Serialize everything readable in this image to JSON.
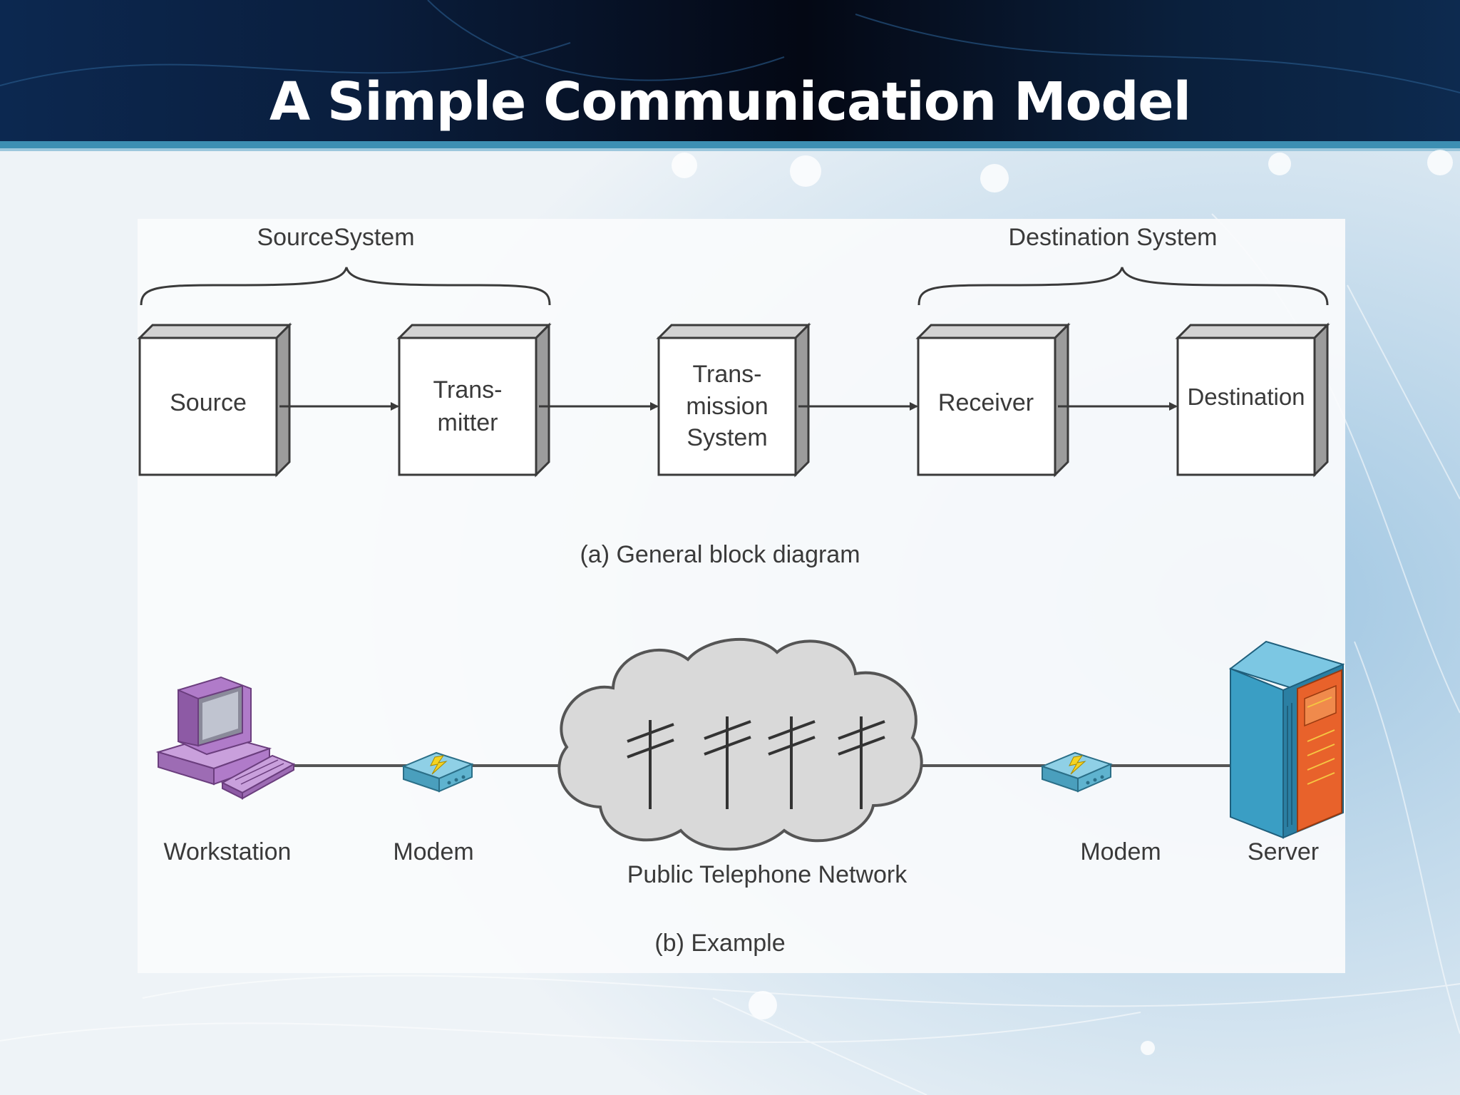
{
  "slide": {
    "title": "A Simple Communication Model"
  },
  "block_diagram": {
    "source_group_label": "SourceSystem",
    "destination_group_label": "Destination System",
    "blocks": [
      {
        "lines": [
          "Source"
        ]
      },
      {
        "lines": [
          "Trans-",
          "mitter"
        ]
      },
      {
        "lines": [
          "Trans-",
          "mission",
          "System"
        ]
      },
      {
        "lines": [
          "Receiver"
        ]
      },
      {
        "lines": [
          "Destination"
        ]
      }
    ],
    "caption": "(a) General block diagram"
  },
  "example": {
    "workstation_label": "Workstation",
    "modem_left_label": "Modem",
    "network_label": "Public Telephone Network",
    "modem_right_label": "Modem",
    "server_label": "Server",
    "caption": "(b) Example"
  },
  "colors": {
    "header_dark": "#050b1a",
    "header_stripe": "#3d8fb3",
    "workstation": "#b07bc9",
    "modem": "#5fb3cf",
    "server_front": "#3a9ec4",
    "server_door": "#e8622b",
    "cloud": "#d9d9d9"
  }
}
